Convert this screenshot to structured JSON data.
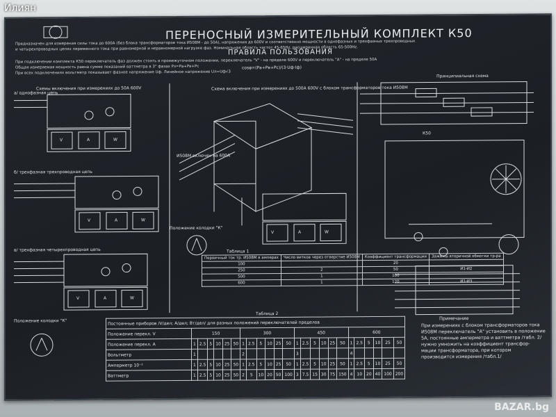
{
  "overlay": {
    "user": "Илиян",
    "watermark": "BAZAR.bg"
  },
  "plate": {
    "title": "ПЕРЕНОСНЫЙ ИЗМЕРИТЕЛЬНЫЙ КОМПЛЕКТ К50",
    "intro1": "Предназначен для измерения силы тока до 600А (без блока трансформаторов тока И508М - до 50А), напряжения до 600V и соответственно мощности в однофазных и трехфазных трехпроводных",
    "intro2": "и четырехпроводных цепях переменного тока при равномерной и неравномерной нагрузке фаз. Номинальная область частот 45-65Hz, расширенная область 65-500Hz.",
    "section": "ПРАВИЛА ПОЛЬЗОВАНИЯ",
    "rule1": "При подключении комплекта К50 переключатель фаз должен стоять в промежуточном положении, переключатель \"V\" - на пределе 600V и переключатель \"А\" - на пределе 50А",
    "rule2": "Общая измеряемая мощность равна сумме показаний ваттметра в 3° фазах Pз=Pа+Pв+Pс",
    "rule3": "При всех подключениях вольтметр показывает фазное напряжение Uф. Линейное напряжение Uл=Uф√3",
    "formula": "cosφ=(Pа+Pв+Pс)/(3·Uф·Iф)",
    "left_heading": "Схемы включения при измерениях до 50А 600V",
    "scheme_a": "а/ однофазная цепь",
    "scheme_b": "б/ трехфазная трехпроводная цепь",
    "scheme_c": "в/ трехфазная четырехпроводная цепь",
    "plug_note": "Положение колодки \"К\"",
    "center_heading": "Схема включения при измерениях до 500А 600V с блоком трансформаторов тока И508М",
    "i508": "И508М включен на 600А",
    "center_plug": "Положение колодки \"К\"",
    "principal": "Принципиальная схема",
    "k50": "К50",
    "meters": {
      "v": "V",
      "a": "A",
      "w": "W"
    },
    "note_title": "Примечание",
    "note": [
      "При измерениях с блоком трансформаторов тока",
      "И508М переключатель \"А\" установить в положение",
      "5А, постоянные амперметра и ваттметра /табл. 2/",
      "нужно умножить на коэффициент трансфор-",
      "мации трансформатора, при котором",
      "производится измерения /табл.1/"
    ]
  },
  "table1": {
    "title": "Таблица 1",
    "headers": [
      "Первичный ток тр. И508М в амперах",
      "Число витков через отверстие И508М",
      "Коэффициент трансформации",
      "Зажимы вторичной обмотки тр-ра"
    ],
    "rows": [
      [
        "100",
        "",
        "20",
        ""
      ],
      [
        "250",
        "2",
        "50",
        "И1-И2"
      ],
      [
        "500",
        "1",
        "100",
        ""
      ],
      [
        "600",
        "1",
        "120",
        "И1-И3"
      ]
    ]
  },
  "table2": {
    "title": "Таблица 2",
    "caption": "Постоянные приборов /V/дел; A/дел; Вт/дел/ для разных положений переключателей пределов",
    "v_positions": [
      "150",
      "300",
      "450",
      "600"
    ],
    "row_labels": [
      "Положение перекл. V",
      "Положение перекл. A",
      "Вольтметр",
      "Амперметр 10⁻²",
      "Ваттметр"
    ],
    "a_positions": [
      "1",
      "2.5",
      "5",
      "10",
      "25",
      "50",
      "1",
      "2.5",
      "5",
      "10",
      "25",
      "50",
      "1",
      "2.5",
      "5",
      "10",
      "25",
      "50",
      "1",
      "2.5",
      "5",
      "10",
      "25",
      "50"
    ],
    "voltmeter": [
      "1",
      "",
      "",
      "",
      "",
      "",
      "2",
      "",
      "",
      "",
      "",
      "",
      "3",
      "",
      "",
      "",
      "",
      "",
      "4",
      "",
      "",
      "",
      "",
      ""
    ],
    "ammeter": [
      "1",
      "2.5",
      "5",
      "10",
      "25",
      "50",
      "1",
      "2.5",
      "5",
      "10",
      "25",
      "50",
      "1",
      "2.5",
      "5",
      "10",
      "25",
      "50",
      "1",
      "2.5",
      "5",
      "10",
      "25",
      "50"
    ],
    "wattmeter": [
      "1",
      "2.5",
      "5",
      "10",
      "25",
      "50",
      "2",
      "5",
      "10",
      "20",
      "50",
      "100",
      "3",
      "7.5",
      "15",
      "30",
      "75",
      "150",
      "4",
      "10",
      "20",
      "40",
      "100",
      "200"
    ]
  }
}
